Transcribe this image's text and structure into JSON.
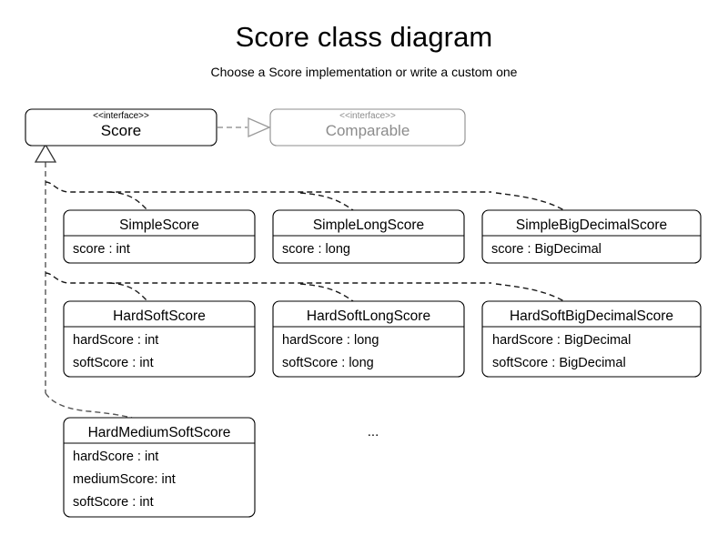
{
  "header": {
    "title": "Score class diagram",
    "subtitle": "Choose a Score implementation or write a custom one"
  },
  "interfaces": [
    {
      "id": "score",
      "stereotype": "<<interface>>",
      "name": "Score",
      "muted": false
    },
    {
      "id": "comparable",
      "stereotype": "<<interface>>",
      "name": "Comparable",
      "muted": true
    }
  ],
  "classes": [
    {
      "id": "simple-score",
      "name": "SimpleScore",
      "attributes": [
        "score : int"
      ]
    },
    {
      "id": "simple-long-score",
      "name": "SimpleLongScore",
      "attributes": [
        "score : long"
      ]
    },
    {
      "id": "simple-big-decimal-score",
      "name": "SimpleBigDecimalScore",
      "attributes": [
        "score : BigDecimal"
      ]
    },
    {
      "id": "hard-soft-score",
      "name": "HardSoftScore",
      "attributes": [
        "hardScore : int",
        "softScore : int"
      ]
    },
    {
      "id": "hard-soft-long-score",
      "name": "HardSoftLongScore",
      "attributes": [
        "hardScore : long",
        "softScore : long"
      ]
    },
    {
      "id": "hard-soft-big-decimal-score",
      "name": "HardSoftBigDecimalScore",
      "attributes": [
        "hardScore : BigDecimal",
        "softScore : BigDecimal"
      ]
    },
    {
      "id": "hard-medium-soft-score",
      "name": "HardMediumSoftScore",
      "attributes": [
        "hardScore : int",
        "mediumScore: int",
        "softScore : int"
      ]
    }
  ],
  "ellipsis": {
    "label": "..."
  },
  "colors": {
    "background": "#ffffff",
    "line": "#000000",
    "muted": "#8c8c8c",
    "connector": "#555555",
    "connector_muted": "#9a9a9a"
  }
}
